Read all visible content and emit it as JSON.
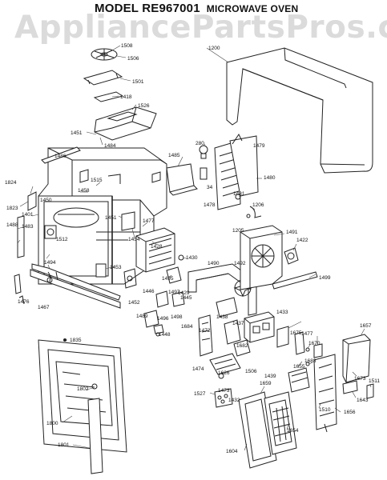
{
  "header": {
    "model": "MODEL RE967001",
    "product": "MICROWAVE OVEN"
  },
  "watermark": "AppliancePartsPros.com",
  "parts": {
    "p1508": "1508",
    "p1506a": "1506",
    "p1501": "1501",
    "p1418": "1418",
    "p1526": "1526",
    "p1451a": "1451",
    "p1484": "1484",
    "p1486": "1486",
    "p1200": "1200",
    "p280": "280",
    "p1479": "1479",
    "p1485": "1485",
    "p34": "34",
    "p1480": "1480",
    "p1481": "1481",
    "p1478": "1478",
    "p1206": "1206",
    "p1205": "1205",
    "p1491": "1491",
    "p1422": "1422",
    "p1824": "1824",
    "p1823": "1823",
    "p1450": "1450",
    "p1515": "1515",
    "p1458": "1458",
    "p1401": "1401",
    "p1451b": "1451",
    "p1477a": "1477",
    "p1488": "1488",
    "p1483": "1483",
    "p1512": "1512",
    "p1454": "1454",
    "p1428": "1428",
    "p1430": "1430",
    "p1490": "1490",
    "p1492": "1492",
    "p1499": "1499",
    "p1494": "1494",
    "p1453": "1453",
    "p1495": "1495",
    "p1446": "1446",
    "p1497": "1497",
    "p1445": "1445",
    "p1429": "1429",
    "p1476": "1476",
    "p1467": "1467",
    "p1452": "1452",
    "p1489": "1489",
    "p1496": "1496",
    "p1498": "1498",
    "p1448": "1448",
    "p1433": "1433",
    "p1684": "1684",
    "p1472": "1472",
    "p1438": "1438",
    "p1437": "1437",
    "p1657": "1657",
    "p1835": "1835",
    "p1477b": "1477",
    "p1670": "1670",
    "p1675": "1675",
    "p1682": "1682",
    "p1683": "1683",
    "p1474": "1474",
    "p1626": "1626",
    "p1506b": "1506",
    "p1439": "1439",
    "p1655": "1655",
    "p1673": "1673",
    "p1511": "1511",
    "p1643": "1643",
    "p1802": "1802",
    "p1527": "1527",
    "p1473": "1473",
    "p1432": "1432",
    "p1659": "1659",
    "p1510": "1510",
    "p1656": "1656",
    "p1800": "1800",
    "p1654": "1654",
    "p1604": "1604",
    "p1801": "1801"
  }
}
